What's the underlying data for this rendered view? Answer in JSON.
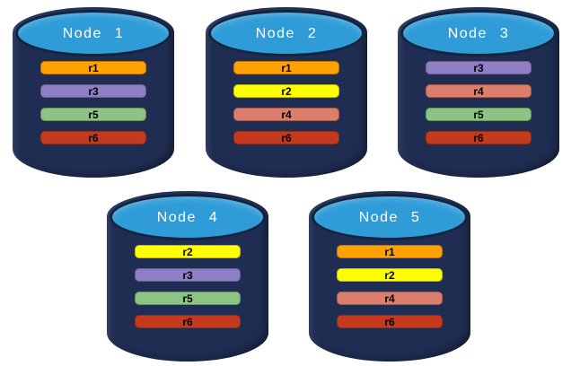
{
  "diagram": {
    "description": "Five database node cylinders holding colored replica bars",
    "background": "#FFFFFF"
  },
  "colors": {
    "cylinder_body": "#1F2D52",
    "cylinder_top_fill": "#2F9CD8",
    "cylinder_outline": "#15243E",
    "title_text": "#FFFFFF",
    "bar_text": "#000000"
  },
  "replica_colors": {
    "r1": "#FFA200",
    "r2": "#FFFF00",
    "r3": "#8E7FC5",
    "r4": "#DB7E6B",
    "r5": "#8CC481",
    "r6": "#C43A1E"
  },
  "nodes": [
    {
      "title": "Node 1",
      "replicas": [
        "r1",
        "r3",
        "r5",
        "r6"
      ]
    },
    {
      "title": "Node 2",
      "replicas": [
        "r1",
        "r2",
        "r4",
        "r6"
      ]
    },
    {
      "title": "Node 3",
      "replicas": [
        "r3",
        "r4",
        "r5",
        "r6"
      ]
    },
    {
      "title": "Node 4",
      "replicas": [
        "r2",
        "r3",
        "r5",
        "r6"
      ]
    },
    {
      "title": "Node 5",
      "replicas": [
        "r1",
        "r2",
        "r4",
        "r6"
      ]
    }
  ]
}
